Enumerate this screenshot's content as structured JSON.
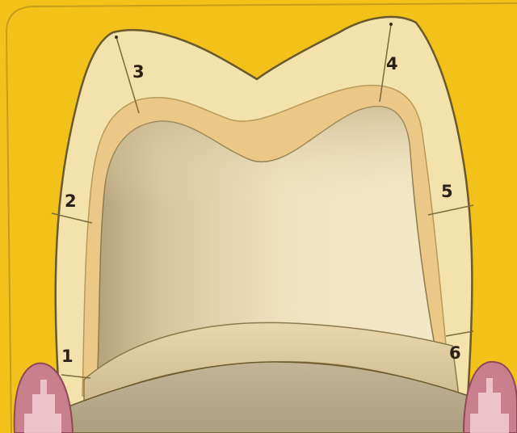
{
  "labels": {
    "n1": "1",
    "n2": "2",
    "n3": "3",
    "n4": "4",
    "n5": "5",
    "n6": "6"
  },
  "colors": {
    "background": "#f2c21b",
    "enamel": "#f3e2ac",
    "dentin_band": "#ecc888",
    "pulp_chamber": "#e5d8b2",
    "root_base": "#b9ac8c",
    "gingiva": "#c9808e",
    "outline": "#6b5a2b"
  }
}
